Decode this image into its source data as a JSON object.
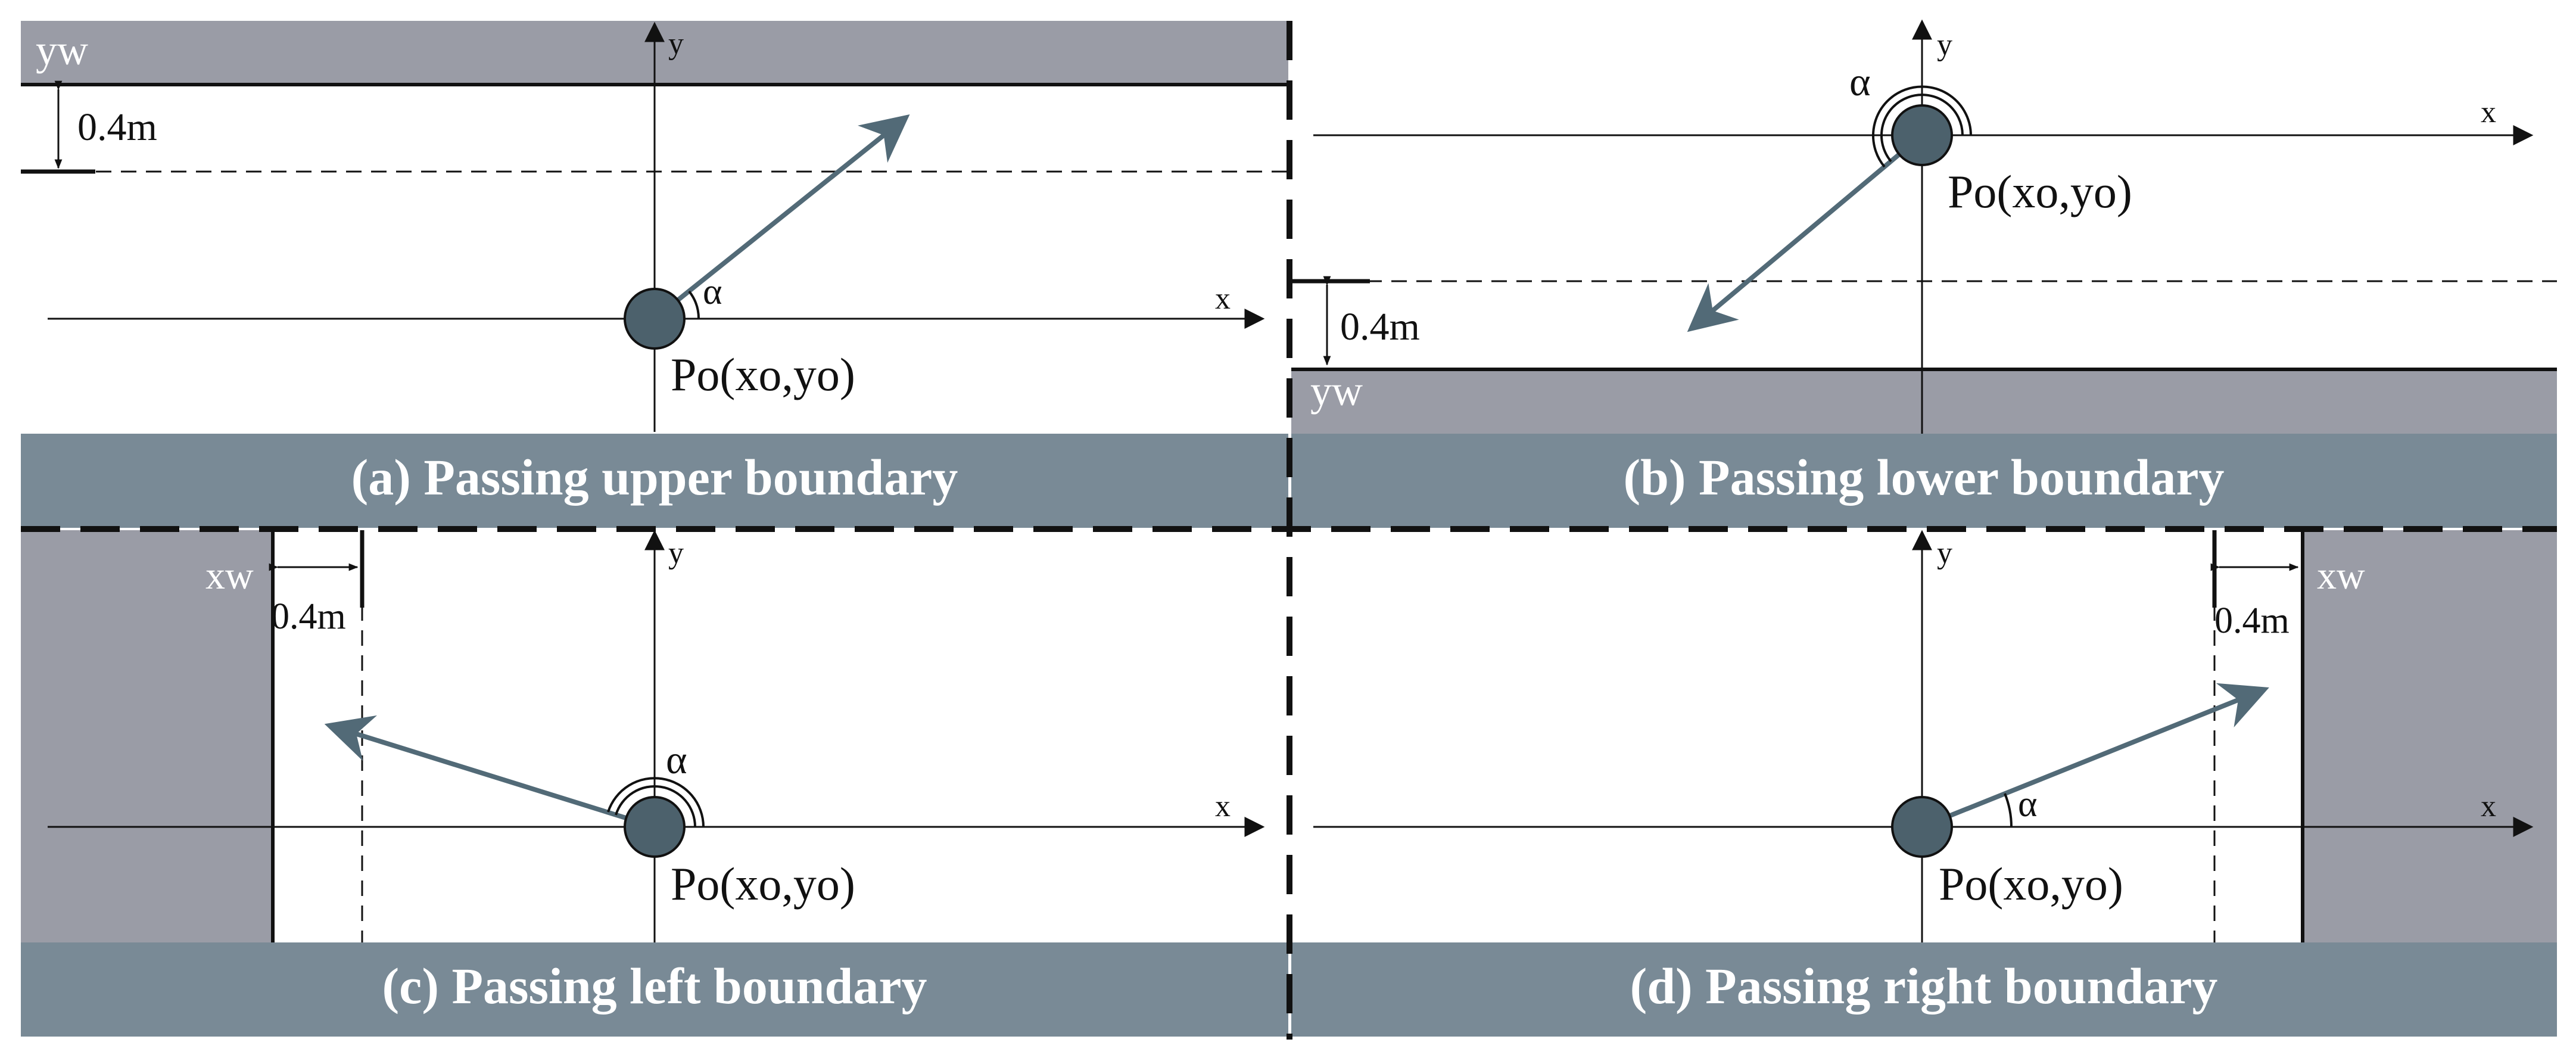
{
  "colors": {
    "wall": "#9a9ca6",
    "caption_bar": "#798a96",
    "arrow": "#526a77",
    "point": "#4c616c",
    "line": "#111111",
    "caption_text": "#ffffff"
  },
  "panels": {
    "a": {
      "caption": "(a) Passing upper boundary",
      "wall_label": "yw",
      "distance_label": "0.4m",
      "x_axis": "x",
      "y_axis": "y",
      "angle_label": "α",
      "point_label": "Po(xo,yo)"
    },
    "b": {
      "caption": "(b) Passing lower boundary",
      "wall_label": "yw",
      "distance_label": "0.4m",
      "x_axis": "x",
      "y_axis": "y",
      "angle_label": "α",
      "point_label": "Po(xo,yo)"
    },
    "c": {
      "caption": "(c) Passing left boundary",
      "wall_label": "xw",
      "distance_label": "0.4m",
      "x_axis": "x",
      "y_axis": "y",
      "angle_label": "α",
      "point_label": "Po(xo,yo)"
    },
    "d": {
      "caption": "(d) Passing right boundary",
      "wall_label": "xw",
      "distance_label": "0.4m",
      "x_axis": "x",
      "y_axis": "y",
      "angle_label": "α",
      "point_label": "Po(xo,yo)"
    }
  }
}
